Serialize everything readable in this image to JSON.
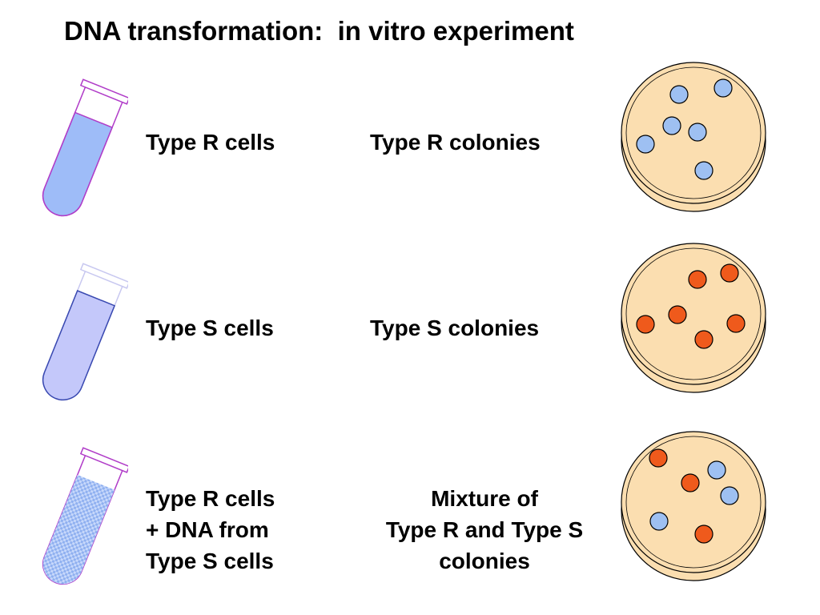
{
  "title": "DNA transformation:  in vitro experiment",
  "colors": {
    "tube_outline": "#b03cc8",
    "tube_r_fill": "#9ebcf8",
    "tube_s_fill": "#c4c8fa",
    "tube_s_outline": "#3848b0",
    "tube_mix_fill": "#a6c0f6",
    "dish_fill": "#fbdeb0",
    "dish_outline": "#000000",
    "colony_r": "#9ec0f2",
    "colony_s": "#ef5a1c"
  },
  "rows": [
    {
      "cells_label_lines": [
        "Type R cells"
      ],
      "result_label_lines": [
        "Type R colonies"
      ],
      "tube_style": "solid-blue",
      "colonies": [
        "R",
        "R",
        "R",
        "R",
        "R",
        "R"
      ]
    },
    {
      "cells_label_lines": [
        "Type S cells"
      ],
      "result_label_lines": [
        "Type S colonies"
      ],
      "tube_style": "solid-lavender",
      "colonies": [
        "S",
        "S",
        "S",
        "S",
        "S",
        "S"
      ]
    },
    {
      "cells_label_lines": [
        "Type R cells",
        "+ DNA from",
        "Type S cells"
      ],
      "result_label_lines": [
        "Mixture of",
        "Type R and Type S",
        "colonies"
      ],
      "tube_style": "checkered-blue",
      "colonies": [
        "S",
        "R",
        "S",
        "R",
        "R",
        "S"
      ]
    }
  ]
}
